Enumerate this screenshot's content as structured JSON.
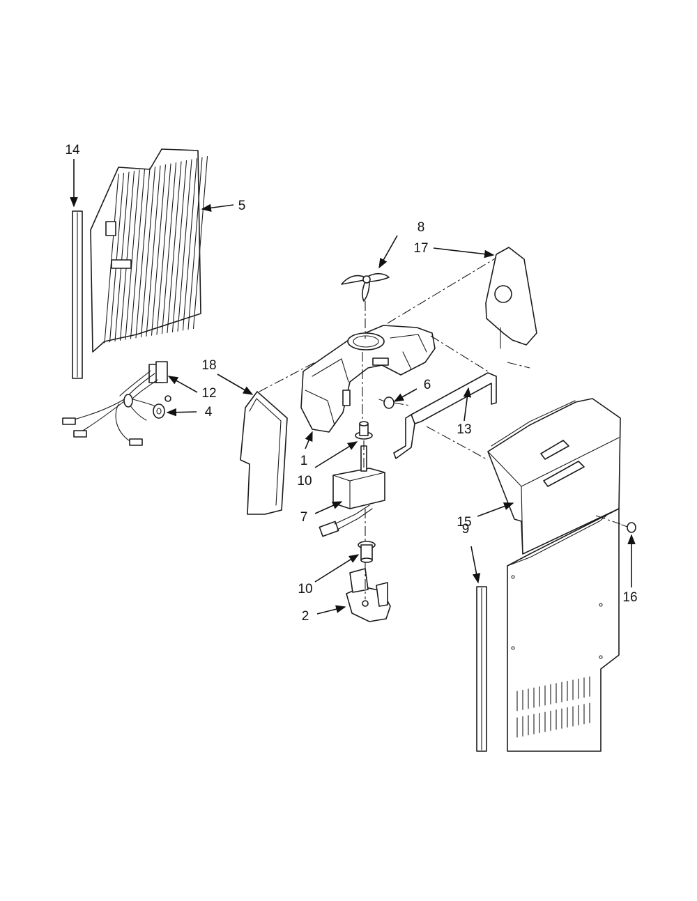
{
  "callouts": {
    "c1": "1",
    "c2": "2",
    "c4": "4",
    "c5": "5",
    "c6": "6",
    "c7": "7",
    "c8": "8",
    "c9": "9",
    "c10a": "10",
    "c10b": "10",
    "c12": "12",
    "c13": "13",
    "c14": "14",
    "c15": "15",
    "c16": "16",
    "c17": "17",
    "c18": "18"
  }
}
